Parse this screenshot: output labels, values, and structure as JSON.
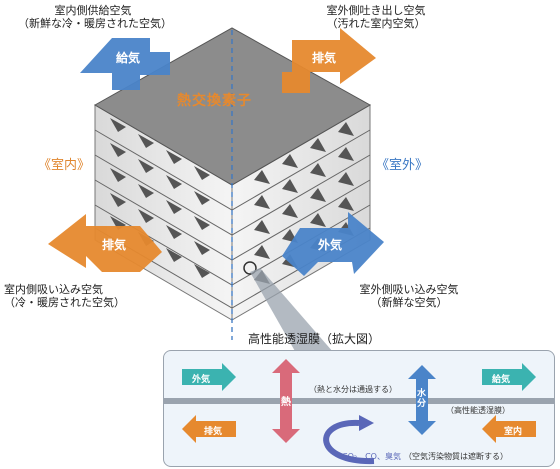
{
  "top_left": {
    "line1": "室内側供給空気",
    "line2": "（新鮮な冷・暖房された空気）"
  },
  "top_right": {
    "line1": "室外側吐き出し空気",
    "line2": "（汚れた室内空気）"
  },
  "bottom_left": {
    "line1": "室内側吸い込み空気",
    "line2": "（冷・暖房された空気）"
  },
  "bottom_right": {
    "line1": "室外側吸い込み空気",
    "line2": "（新鮮な空気）"
  },
  "room_indoor": "《室内》",
  "room_outdoor": "《室外》",
  "core_title": "熱交換素子",
  "arrows": {
    "supply": "給気",
    "exhaust_top": "排気",
    "exhaust_bottom": "排気",
    "outside_air": "外気"
  },
  "membrane_title": "高性能透湿膜（拡大図）",
  "detail": {
    "outside_air": "外気",
    "supply": "給気",
    "exhaust": "排気",
    "indoor": "室内",
    "heat": "熱",
    "moisture": "水分",
    "note_pass": "（熱と水分は通過する）",
    "membrane": "（高性能透湿膜）",
    "pollutants": "CO₂、CO、臭気",
    "note_block": "（空気汚染物質は遮断する）"
  },
  "colors": {
    "orange": "#e6892e",
    "blue": "#4a84c9",
    "pink": "#d96a7a",
    "teal": "#3bb3b0"
  }
}
